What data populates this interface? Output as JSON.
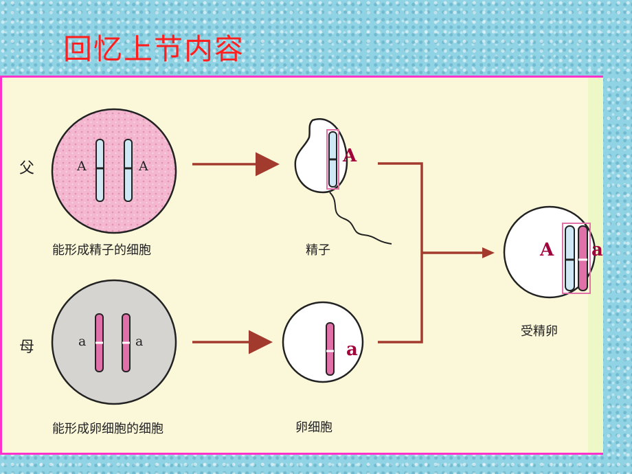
{
  "slide": {
    "title": "回忆上节内容",
    "colors": {
      "title": "#ff1f1f",
      "frame": "#ff33cc",
      "panel": "#fbf8da",
      "arrow": "#a33a2e",
      "chromosome_pink": "#e070a8",
      "chromosome_blue": "#cfe8f4",
      "allele_red": "#a0003c"
    }
  },
  "diagram": {
    "father_label": "父",
    "mother_label": "母",
    "father_cell_label": "能形成精子的细胞",
    "mother_cell_label": "能形成卵细胞的细胞",
    "sperm_label": "精子",
    "egg_label": "卵细胞",
    "zygote_label": "受精卵",
    "father_alleles": [
      "A",
      "A"
    ],
    "mother_alleles": [
      "a",
      "a"
    ],
    "sperm_allele": "A",
    "egg_allele": "a",
    "zygote_alleles": [
      "A",
      "a"
    ]
  }
}
